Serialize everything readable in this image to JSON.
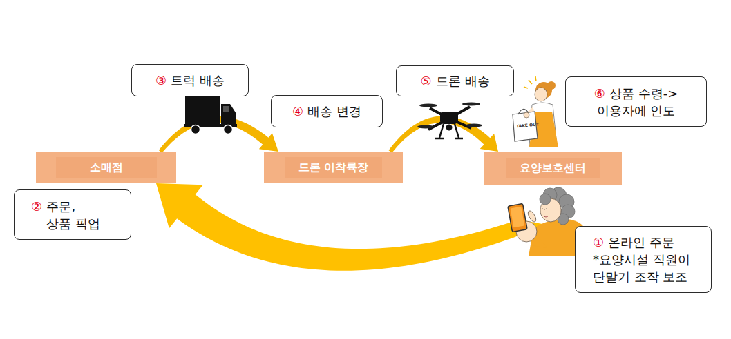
{
  "diagram": {
    "nodes": [
      {
        "text": [
          "③",
          "트럭 배송"
        ]
      },
      {
        "text": [
          "⑤",
          "드론 배송"
        ]
      },
      {
        "text": [
          "⑥",
          "상품 수령-> 이용자에 인도"
        ]
      },
      {
        "text": [
          "④",
          "배송 변경"
        ]
      },
      {
        "text": [
          "소매점"
        ]
      },
      {
        "text": [
          "드론 이착륙장"
        ]
      },
      {
        "text": [
          "요양보호센터"
        ]
      },
      {
        "text": [
          "②",
          "주문, 상품 픽업"
        ]
      },
      {
        "text": [
          "①",
          "온라인 주문",
          "*요양시설 직원이 단말기 조작 보조"
        ]
      }
    ],
    "edges": [
      {
        "from": 4,
        "to": 5,
        "arrow": "to"
      },
      {
        "from": 5,
        "to": 6,
        "arrow": "to"
      },
      {
        "from": 8,
        "to": 4,
        "arrow": "to"
      }
    ],
    "labels": [
      "TAKE OUT"
    ]
  }
}
